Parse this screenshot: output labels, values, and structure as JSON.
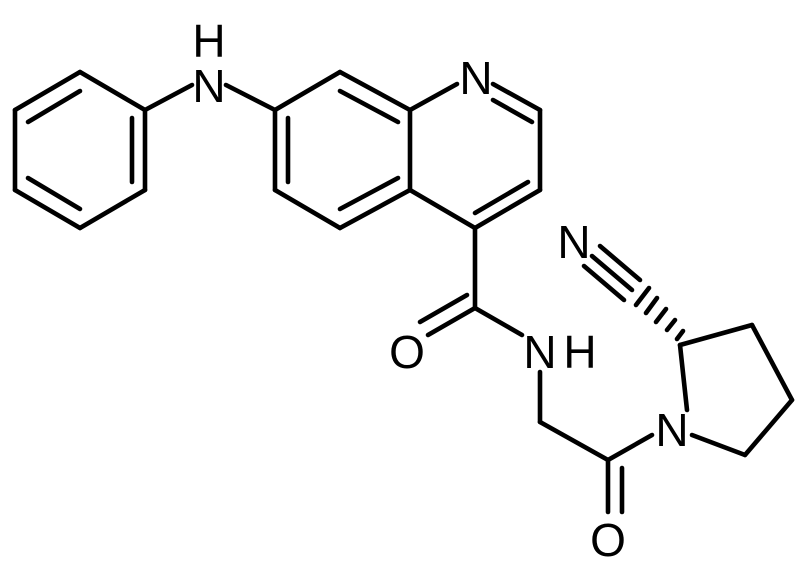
{
  "colors": {
    "background": "#ffffff",
    "ink": "#000000"
  },
  "atoms": {
    "n_amine_top": "N",
    "h_amine_top": "H",
    "n_quinoline": "N",
    "o_amide": "O",
    "n_amide": "N",
    "h_amide": "H",
    "n_nitrile": "N",
    "n_pyrrolidine": "N",
    "o_carbonyl": "O"
  }
}
